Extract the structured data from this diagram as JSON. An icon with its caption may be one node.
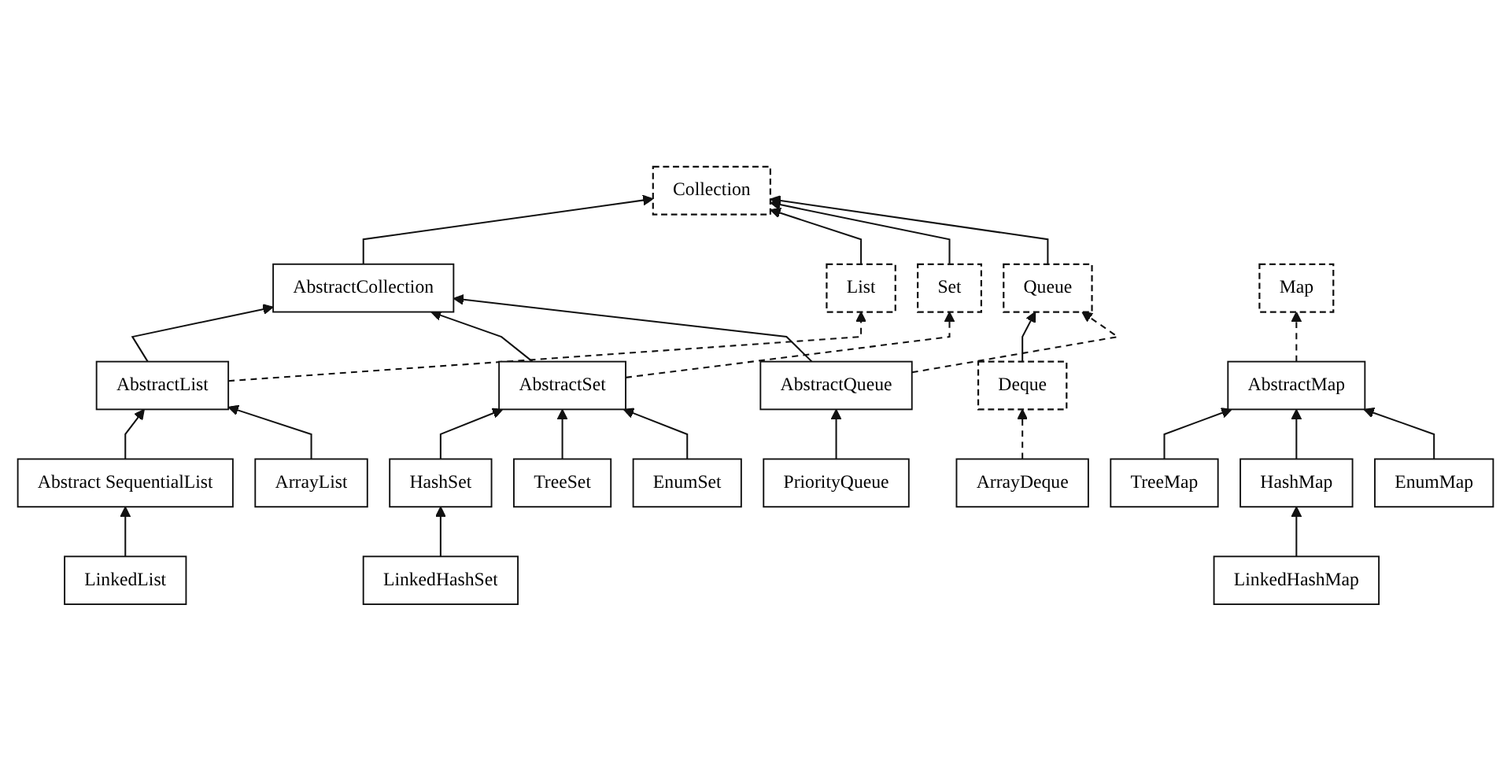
{
  "diagram": {
    "nodes": [
      {
        "text": [
          "Collection"
        ]
      },
      {
        "text": [
          "AbstractCollection"
        ]
      },
      {
        "text": [
          "List"
        ]
      },
      {
        "text": [
          "Set"
        ]
      },
      {
        "text": [
          "Queue"
        ]
      },
      {
        "text": [
          "Map"
        ]
      },
      {
        "text": [
          "Deque"
        ]
      },
      {
        "text": [
          "AbstractList"
        ]
      },
      {
        "text": [
          "AbstractSet"
        ]
      },
      {
        "text": [
          "AbstractQueue"
        ]
      },
      {
        "text": [
          "AbstractMap"
        ]
      },
      {
        "text": [
          "ArrayDeque"
        ]
      },
      {
        "text": [
          "Abstract SequentialList"
        ]
      },
      {
        "text": [
          "PriorityQueue"
        ]
      },
      {
        "text": [
          "ArrayList"
        ]
      },
      {
        "text": [
          "LinkedList"
        ]
      },
      {
        "text": [
          "HashSet"
        ]
      },
      {
        "text": [
          "TreeSet"
        ]
      },
      {
        "text": [
          "EnumSet"
        ]
      },
      {
        "text": [
          "TreeMap"
        ]
      },
      {
        "text": [
          "HashMap"
        ]
      },
      {
        "text": [
          "EnumMap"
        ]
      },
      {
        "text": [
          "LinkedHashSet"
        ]
      },
      {
        "text": [
          "LinkedHashMap"
        ]
      }
    ],
    "edges": [
      {
        "from": 1,
        "to": 0,
        "arrow": "to"
      },
      {
        "from": 2,
        "to": 0,
        "arrow": "to"
      },
      {
        "from": 3,
        "to": 0,
        "arrow": "to"
      },
      {
        "from": 4,
        "to": 0,
        "arrow": "to"
      },
      {
        "from": 6,
        "to": 4,
        "arrow": "to"
      },
      {
        "from": 7,
        "to": 1,
        "arrow": "to"
      },
      {
        "from": 7,
        "to": 2,
        "arrow": "to",
        "style": "dashed"
      },
      {
        "from": 8,
        "to": 1,
        "arrow": "to"
      },
      {
        "from": 8,
        "to": 3,
        "arrow": "to",
        "style": "dashed"
      },
      {
        "from": 9,
        "to": 1,
        "arrow": "to"
      },
      {
        "from": 9,
        "to": 4,
        "arrow": "to",
        "style": "dashed"
      },
      {
        "from": 10,
        "to": 5,
        "arrow": "to",
        "style": "dashed"
      },
      {
        "from": 11,
        "to": 6,
        "arrow": "to",
        "style": "dashed"
      },
      {
        "from": 12,
        "to": 7,
        "arrow": "to"
      },
      {
        "from": 13,
        "to": 9,
        "arrow": "to"
      },
      {
        "from": 14,
        "to": 7,
        "arrow": "to"
      },
      {
        "from": 15,
        "to": 12,
        "arrow": "to"
      },
      {
        "from": 16,
        "to": 8,
        "arrow": "to"
      },
      {
        "from": 17,
        "to": 8,
        "arrow": "to"
      },
      {
        "from": 18,
        "to": 8,
        "arrow": "to"
      },
      {
        "from": 19,
        "to": 10,
        "arrow": "to"
      },
      {
        "from": 20,
        "to": 10,
        "arrow": "to"
      },
      {
        "from": 21,
        "to": 10,
        "arrow": "to"
      },
      {
        "from": 22,
        "to": 16,
        "arrow": "to"
      },
      {
        "from": 23,
        "to": 20,
        "arrow": "to"
      }
    ]
  }
}
